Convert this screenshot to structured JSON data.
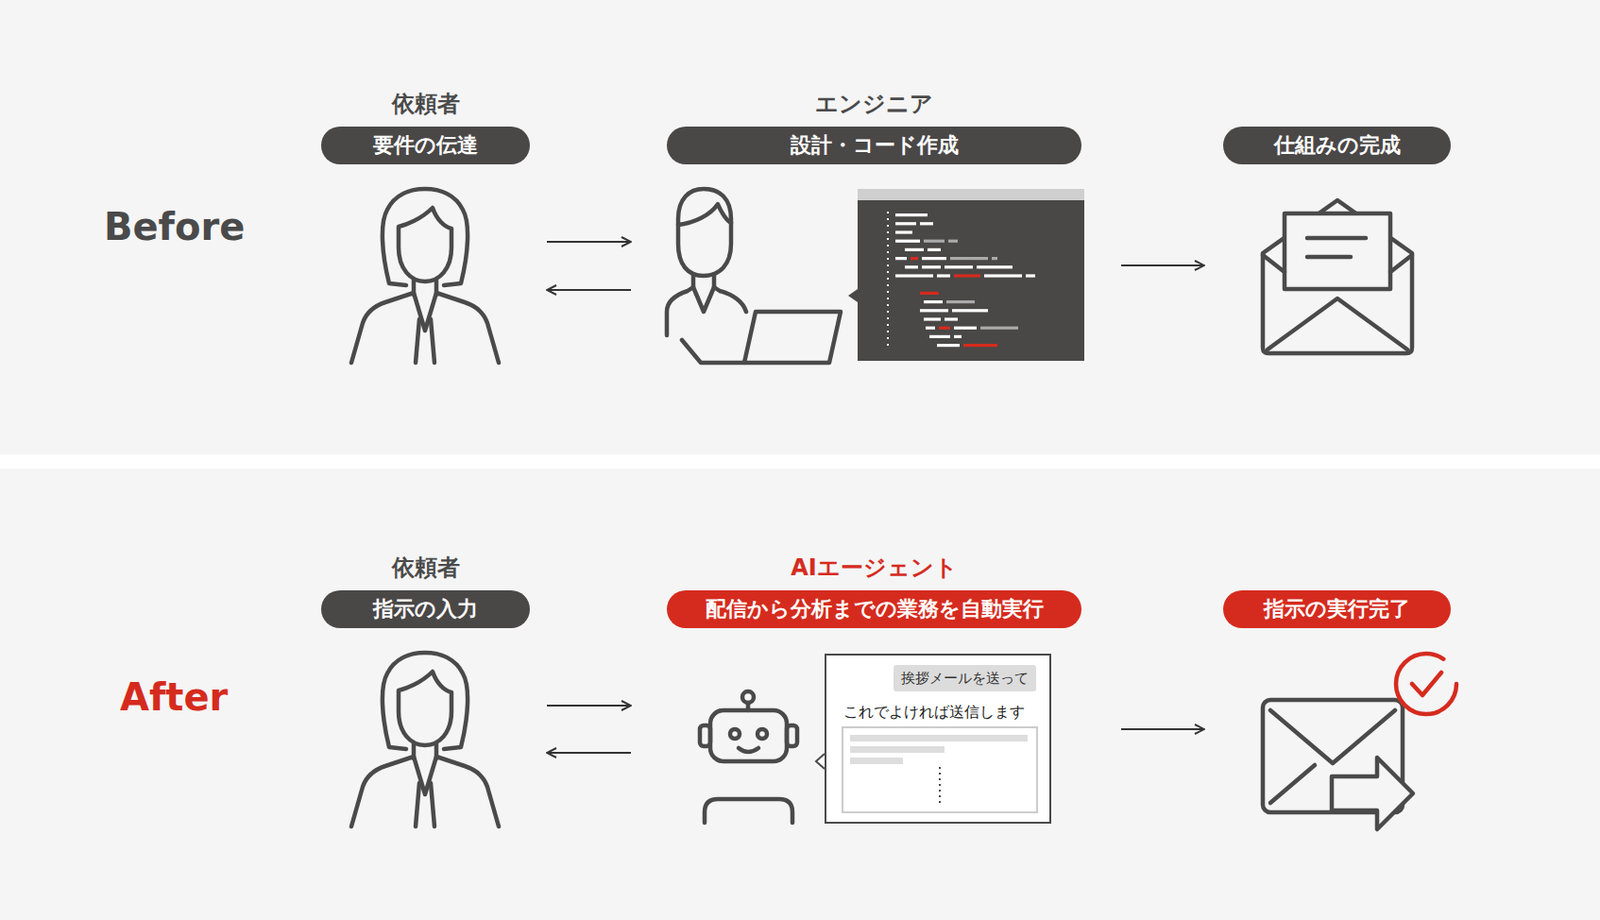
{
  "diagram": {
    "nodes": [
      {
        "text": [
          "依頼者",
          "要件の伝達"
        ]
      },
      {
        "text": [
          "エンジニア",
          "設計・コード作成"
        ]
      },
      {
        "text": [
          "仕組みの完成"
        ]
      },
      {
        "text": [
          "依頼者",
          "指示の入力"
        ]
      },
      {
        "text": [
          "AIエージェント",
          "配信から分析までの業務を自動実行"
        ]
      },
      {
        "text": [
          "これでよければ送信します"
        ],
        "in": 4
      },
      {
        "text": [
          "挨拶メールを送って"
        ],
        "in": 5
      },
      {
        "text": [
          "指示の実行完了"
        ]
      }
    ],
    "edges": [
      {
        "from": 0,
        "to": 1,
        "arrow": "to"
      },
      {
        "from": 1,
        "to": 0,
        "arrow": "to"
      },
      {
        "from": 1,
        "to": 2,
        "arrow": "to"
      },
      {
        "from": 3,
        "to": 4,
        "arrow": "to"
      },
      {
        "from": 4,
        "to": 3,
        "arrow": "to"
      },
      {
        "from": 4,
        "to": 7,
        "arrow": "to"
      }
    ],
    "labels": [
      "Before",
      "After"
    ]
  }
}
